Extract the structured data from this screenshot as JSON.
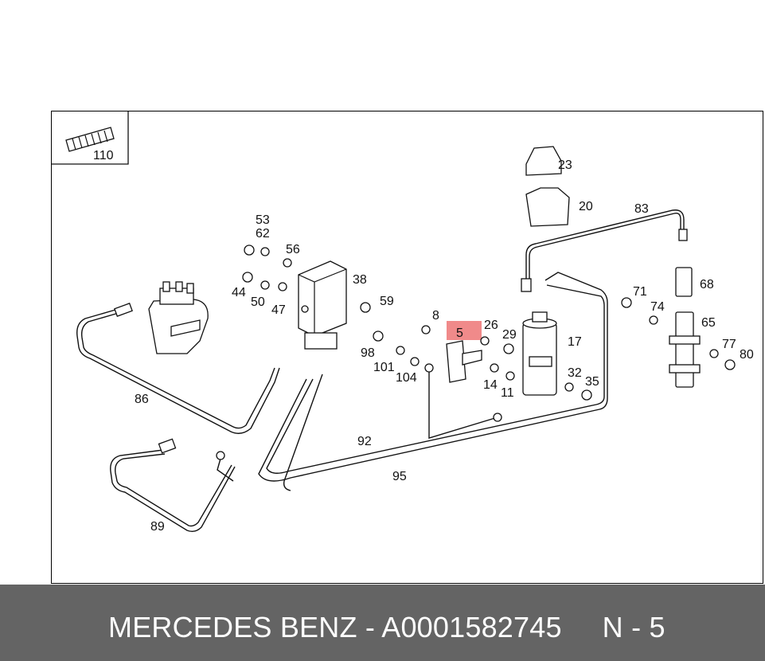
{
  "diagram": {
    "inset_label": "110",
    "callouts": [
      {
        "id": "23",
        "text": "23"
      },
      {
        "id": "20",
        "text": "20"
      },
      {
        "id": "83",
        "text": "83"
      },
      {
        "id": "53",
        "text": "53"
      },
      {
        "id": "62",
        "text": "62"
      },
      {
        "id": "56",
        "text": "56"
      },
      {
        "id": "38",
        "text": "38"
      },
      {
        "id": "44",
        "text": "44"
      },
      {
        "id": "50",
        "text": "50"
      },
      {
        "id": "47",
        "text": "47"
      },
      {
        "id": "59",
        "text": "59"
      },
      {
        "id": "68",
        "text": "68"
      },
      {
        "id": "71",
        "text": "71"
      },
      {
        "id": "74",
        "text": "74"
      },
      {
        "id": "65",
        "text": "65"
      },
      {
        "id": "8",
        "text": "8"
      },
      {
        "id": "26",
        "text": "26"
      },
      {
        "id": "29",
        "text": "29"
      },
      {
        "id": "17",
        "text": "17"
      },
      {
        "id": "5",
        "text": "5"
      },
      {
        "id": "98",
        "text": "98"
      },
      {
        "id": "101",
        "text": "101"
      },
      {
        "id": "104",
        "text": "104"
      },
      {
        "id": "14",
        "text": "14"
      },
      {
        "id": "11",
        "text": "11"
      },
      {
        "id": "32",
        "text": "32"
      },
      {
        "id": "35",
        "text": "35"
      },
      {
        "id": "77",
        "text": "77"
      },
      {
        "id": "80",
        "text": "80"
      },
      {
        "id": "86",
        "text": "86"
      },
      {
        "id": "92",
        "text": "92"
      },
      {
        "id": "95",
        "text": "95"
      },
      {
        "id": "89",
        "text": "89"
      }
    ],
    "highlight": {
      "part": "5",
      "color": "#f08a8a"
    }
  },
  "footer": {
    "text": "MERCEDES BENZ - A0001582745     N - 5",
    "background": "#646464",
    "text_color": "#ffffff"
  }
}
